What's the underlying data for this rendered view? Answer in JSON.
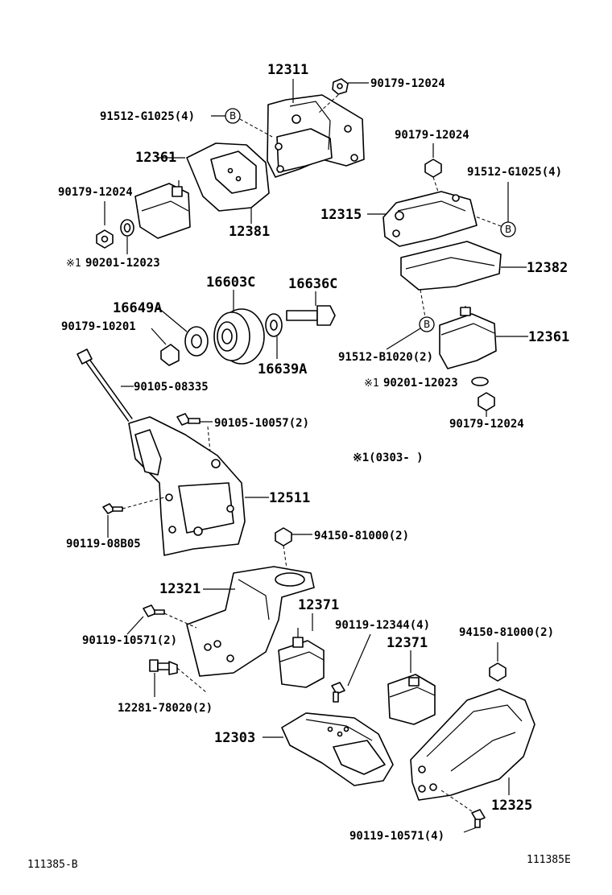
{
  "callouts": {
    "p12311": "12311",
    "p90179_12024_a": "90179-12024",
    "p91512_G1025_4_a": "91512-G1025(4)",
    "p12361_a": "12361",
    "p90179_12024_b": "90179-12024",
    "p12381": "12381",
    "p90201_12023_a": "90201-12023",
    "mark_a": "※1",
    "p90179_12024_c": "90179-12024",
    "p91512_G1025_4_b": "91512-G1025(4)",
    "p12315": "12315",
    "p12382": "12382",
    "p16603C": "16603C",
    "p16636C": "16636C",
    "p16649A": "16649A",
    "p90179_10201": "90179-10201",
    "p16639A": "16639A",
    "p91512_B1020_2": "91512-B1020(2)",
    "p12361_b": "12361",
    "p90201_12023_b": "90201-12023",
    "mark_b": "※1",
    "p90179_12024_d": "90179-12024",
    "p90105_08335": "90105-08335",
    "p90105_10057_2": "90105-10057(2)",
    "note_0303": "※1(0303-     )",
    "p12511": "12511",
    "p90119_08B05": "90119-08B05",
    "p94150_81000_2_a": "94150-81000(2)",
    "p12321": "12321",
    "p12371_a": "12371",
    "p90119_12344_4": "90119-12344(4)",
    "p12371_b": "12371",
    "p94150_81000_2_b": "94150-81000(2)",
    "p90119_10571_2": "90119-10571(2)",
    "p12281_78020_2": "12281-78020(2)",
    "p12303": "12303",
    "p12325": "12325",
    "p90119_10571_4": "90119-10571(4)"
  },
  "ref_marks": {
    "b1": "B",
    "b2": "B",
    "b3": "B"
  },
  "footer": {
    "left_code": "111385-B",
    "right_code": "111385E"
  }
}
